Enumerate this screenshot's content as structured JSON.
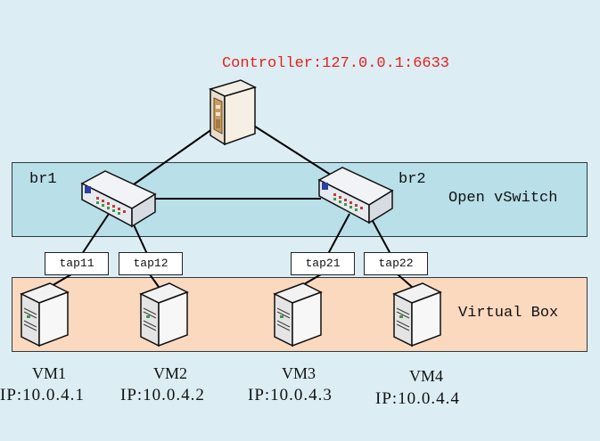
{
  "controller": {
    "label": "Controller:127.0.0.1:6633",
    "icon": "server-tower-icon"
  },
  "layers": {
    "ovs": {
      "label": "Open vSwitch",
      "color": "#b9dfe9"
    },
    "vbox": {
      "label": "Virtual Box",
      "color": "#fbd9bf"
    }
  },
  "bridges": [
    {
      "label": "br1",
      "icon": "network-switch-icon"
    },
    {
      "label": "br2",
      "icon": "network-switch-icon"
    }
  ],
  "taps": [
    "tap11",
    "tap12",
    "tap21",
    "tap22"
  ],
  "vms": [
    {
      "name": "VM1",
      "ip": "IP:10.0.4.1",
      "icon": "server-icon"
    },
    {
      "name": "VM2",
      "ip": "IP:10.0.4.2",
      "icon": "server-icon"
    },
    {
      "name": "VM3",
      "ip": "IP:10.0.4.3",
      "icon": "server-icon"
    },
    {
      "name": "VM4",
      "ip": "IP:10.0.4.4",
      "icon": "server-icon"
    }
  ],
  "colors": {
    "controller_label": "#e8201c",
    "background": "#dcedf4"
  }
}
